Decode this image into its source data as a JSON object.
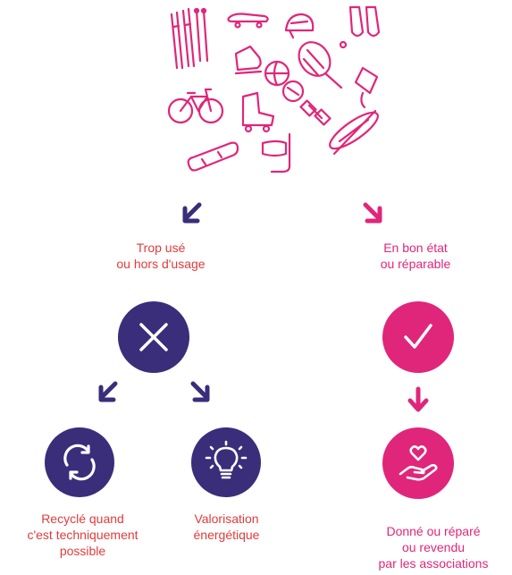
{
  "colors": {
    "navy": "#3a2d7a",
    "magenta": "#e0267a",
    "red_text": "#e23b3b",
    "gray_sketch": "#8a8a8a"
  },
  "illustration": {
    "icons": [
      "skis-icon",
      "skateboard-icon",
      "helmet-icon",
      "flippers-icon",
      "tennis-racket-icon",
      "kite-icon",
      "bicycle-icon",
      "roller-skate-icon",
      "ball-icon",
      "dumbbell-icon",
      "kayak-icon",
      "snowboard-icon",
      "snorkel-mask-icon",
      "ice-skate-icon"
    ]
  },
  "left_branch": {
    "label": "Trop usé\nou hors d'usage",
    "icon": "cross-icon",
    "sub_left": {
      "icon": "recycle-icon",
      "label": "Recyclé quand\nc'est techniquement\npossible"
    },
    "sub_right": {
      "icon": "lightbulb-icon",
      "label": "Valorisation\nénergétique"
    }
  },
  "right_branch": {
    "label": "En bon état\nou réparable",
    "icon": "checkmark-icon",
    "sub": {
      "icon": "heart-hand-icon",
      "label": "Donné ou réparé\nou revendu\npar les associations"
    }
  }
}
